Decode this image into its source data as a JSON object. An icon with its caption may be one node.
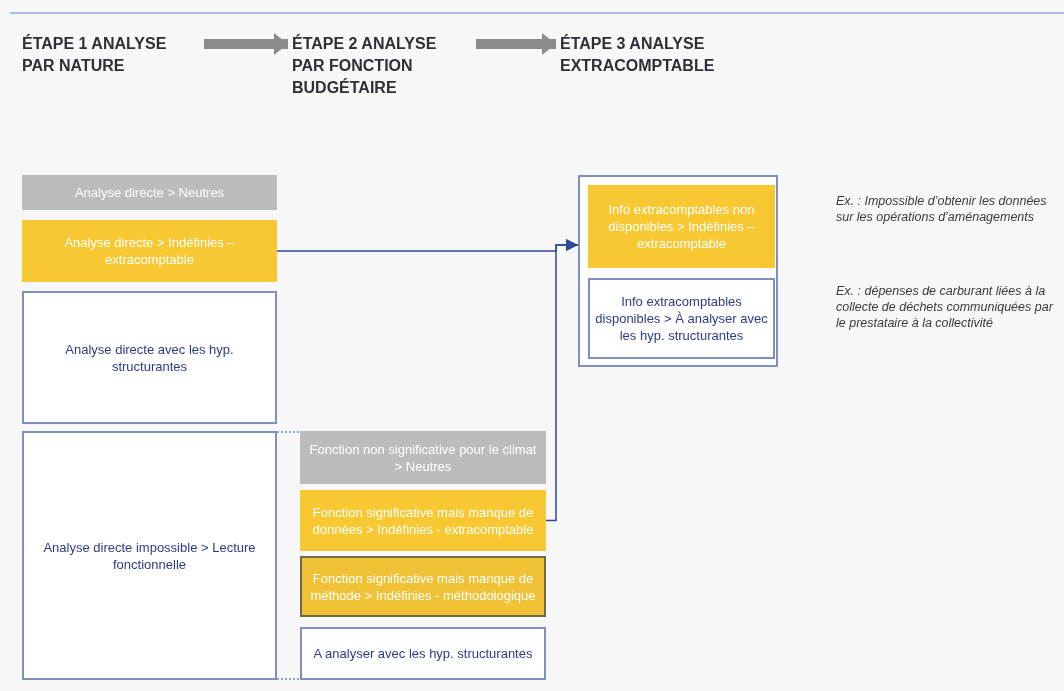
{
  "diagram": {
    "nodes": [
      {
        "text": [
          "ÉTAPE 1 ANALYSE PAR NATURE"
        ]
      },
      {
        "text": [
          "ÉTAPE 2 ANALYSE PAR FONCTION BUDGÉTAIRE"
        ]
      },
      {
        "text": [
          "ÉTAPE 3 ANALYSE EXTRACOMPTABLE"
        ]
      },
      {
        "text": [
          "Analyse directe > Neutres"
        ]
      },
      {
        "text": [
          "Analyse directe > Indéfinies – extracomptable"
        ]
      },
      {
        "text": [
          "Analyse directe avec les hyp. structurantes"
        ]
      },
      {
        "text": [
          "Analyse directe impossible > Lecture fonctionnelle"
        ]
      },
      {
        "text": [
          "Fonction non significative pour le climat > Neutres"
        ]
      },
      {
        "text": [
          "Fonction significative mais manque de données > Indéfinies - extracomptable"
        ]
      },
      {
        "text": [
          "Fonction significative mais manque de méthode > Indéfinies - méthodologique"
        ]
      },
      {
        "text": [
          "A analyser avec les hyp. structurantes"
        ]
      },
      {
        "text": [],
        "shape": "box"
      },
      {
        "text": [
          "Info extracomptables non disponibles > Indéfinies – extracomptable"
        ],
        "in": 11
      },
      {
        "text": [
          "Info extracomptables disponibles > À analyser avec les hyp. structurantes"
        ],
        "in": 11
      }
    ],
    "labels": [
      "Ex. : Impossible d’obtenir les données sur les opérations d’aménagements",
      "Ex. : dépenses de carburant liées à la collecte de déchets communiquées par le prestataire à la collectivité"
    ],
    "edges": [
      {
        "from": 0,
        "to": 1,
        "arrow": "to",
        "style": "thick",
        "color": "#8c8c8c"
      },
      {
        "from": 1,
        "to": 2,
        "arrow": "to",
        "style": "thick",
        "color": "#8c8c8c"
      },
      {
        "from": 4,
        "to": 11,
        "arrow": "to",
        "color": "#2e4a99"
      },
      {
        "from": 8,
        "to": 11,
        "arrow": "to",
        "color": "#2e4a99"
      },
      {
        "from": 6,
        "to": 7,
        "arrow": "none",
        "style": "dashed",
        "color": "#8fa3c8"
      },
      {
        "from": 6,
        "to": 10,
        "arrow": "none",
        "style": "dashed",
        "color": "#8fa3c8"
      }
    ]
  }
}
